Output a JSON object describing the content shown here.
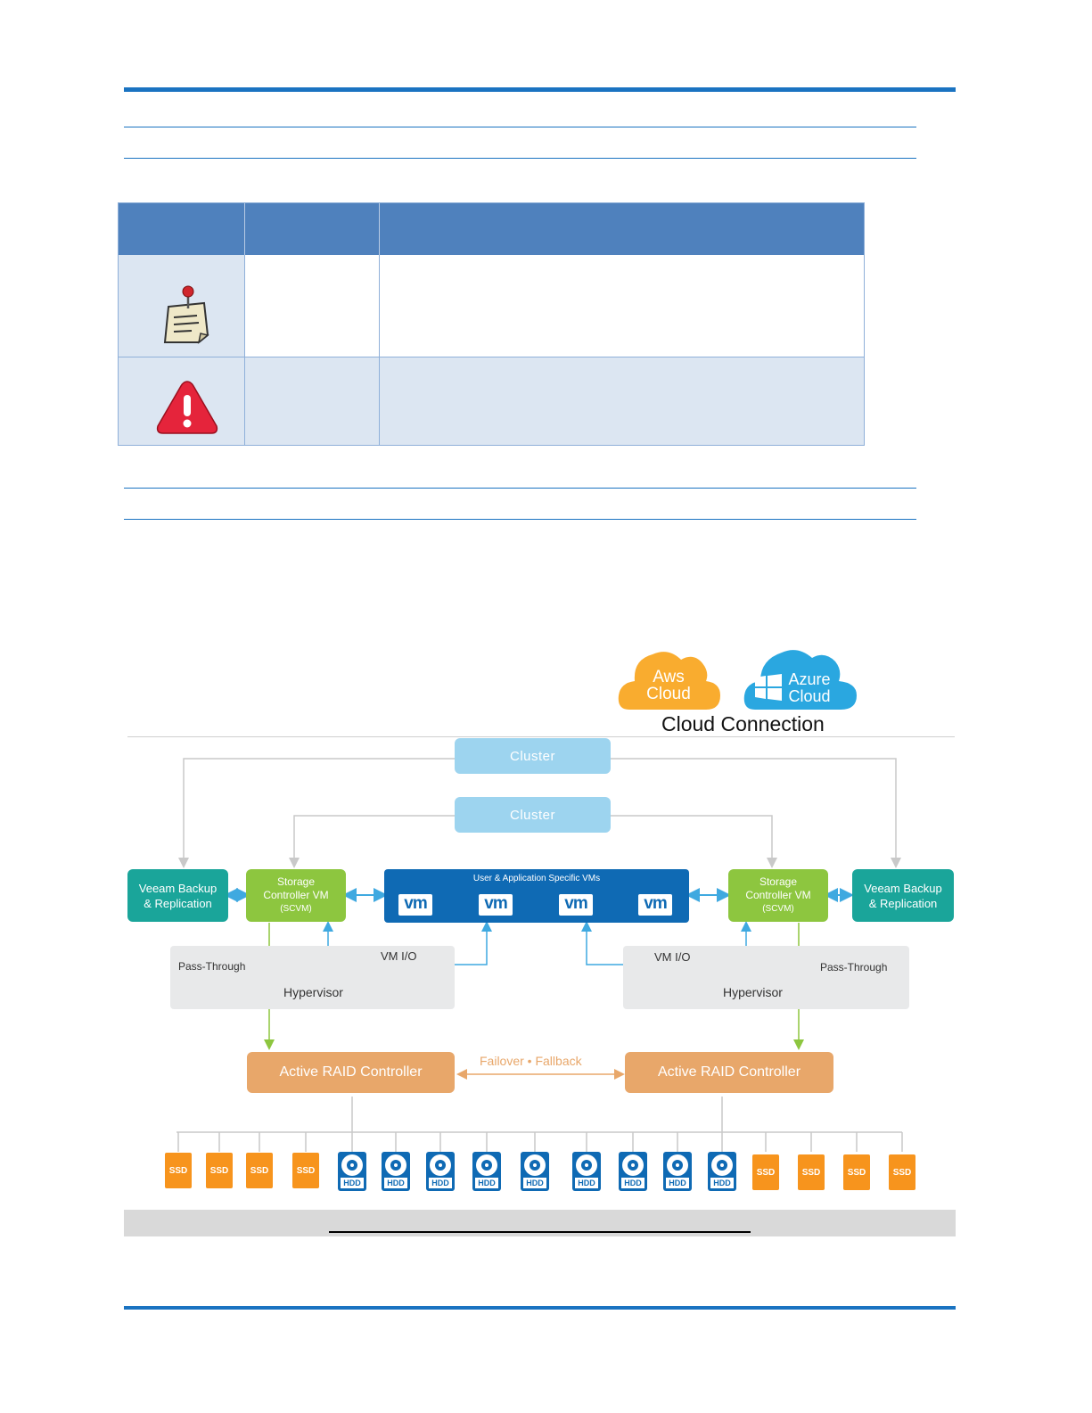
{
  "diagram": {
    "clouds": {
      "aws_label": "Aws Cloud",
      "aws_line1": "Aws",
      "aws_line2": "Cloud",
      "azure_line1": "Azure",
      "azure_line2": "Cloud",
      "caption": "Cloud Connection"
    },
    "cluster_top": "Cluster",
    "cluster_inner": "Cluster",
    "veeam_left_line1": "Veeam Backup",
    "veeam_left_line2": "& Replication",
    "veeam_right_line1": "Veeam Backup",
    "veeam_right_line2": "& Replication",
    "scvm_left_line1": "Storage",
    "scvm_left_line2": "Controller VM",
    "scvm_left_line3": "(SCVM)",
    "scvm_right_line1": "Storage",
    "scvm_right_line2": "Controller VM",
    "scvm_right_line3": "(SCVM)",
    "vms_title": "User & Application Specific VMs",
    "vm_logo": "vm",
    "vm_io_left": "VM I/O",
    "vm_io_right": "VM I/O",
    "pass_through_left": "Pass-Through",
    "pass_through_right": "Pass-Through",
    "hypervisor_left": "Hypervisor",
    "hypervisor_right": "Hypervisor",
    "raid_left": "Active RAID Controller",
    "raid_right": "Active RAID Controller",
    "failover": "Failover • Fallback",
    "drives": [
      "SSD",
      "SSD",
      "SSD",
      "SSD",
      "HDD",
      "HDD",
      "HDD",
      "HDD",
      "HDD",
      "HDD",
      "HDD",
      "HDD",
      "HDD",
      "SSD",
      "SSD",
      "SSD",
      "SSD"
    ]
  },
  "icons": {
    "note": "note-pin-icon",
    "warning": "warning-icon"
  },
  "colors": {
    "rule_blue": "#1a73c1",
    "table_header": "#4f81bd",
    "table_row_tint": "#dce6f2",
    "veeam": "#1aa59a",
    "scvm": "#8dc63f",
    "vms": "#0f6ab4",
    "raid": "#e8a76a",
    "cluster": "#9dd4ef",
    "ssd": "#f7941d"
  }
}
